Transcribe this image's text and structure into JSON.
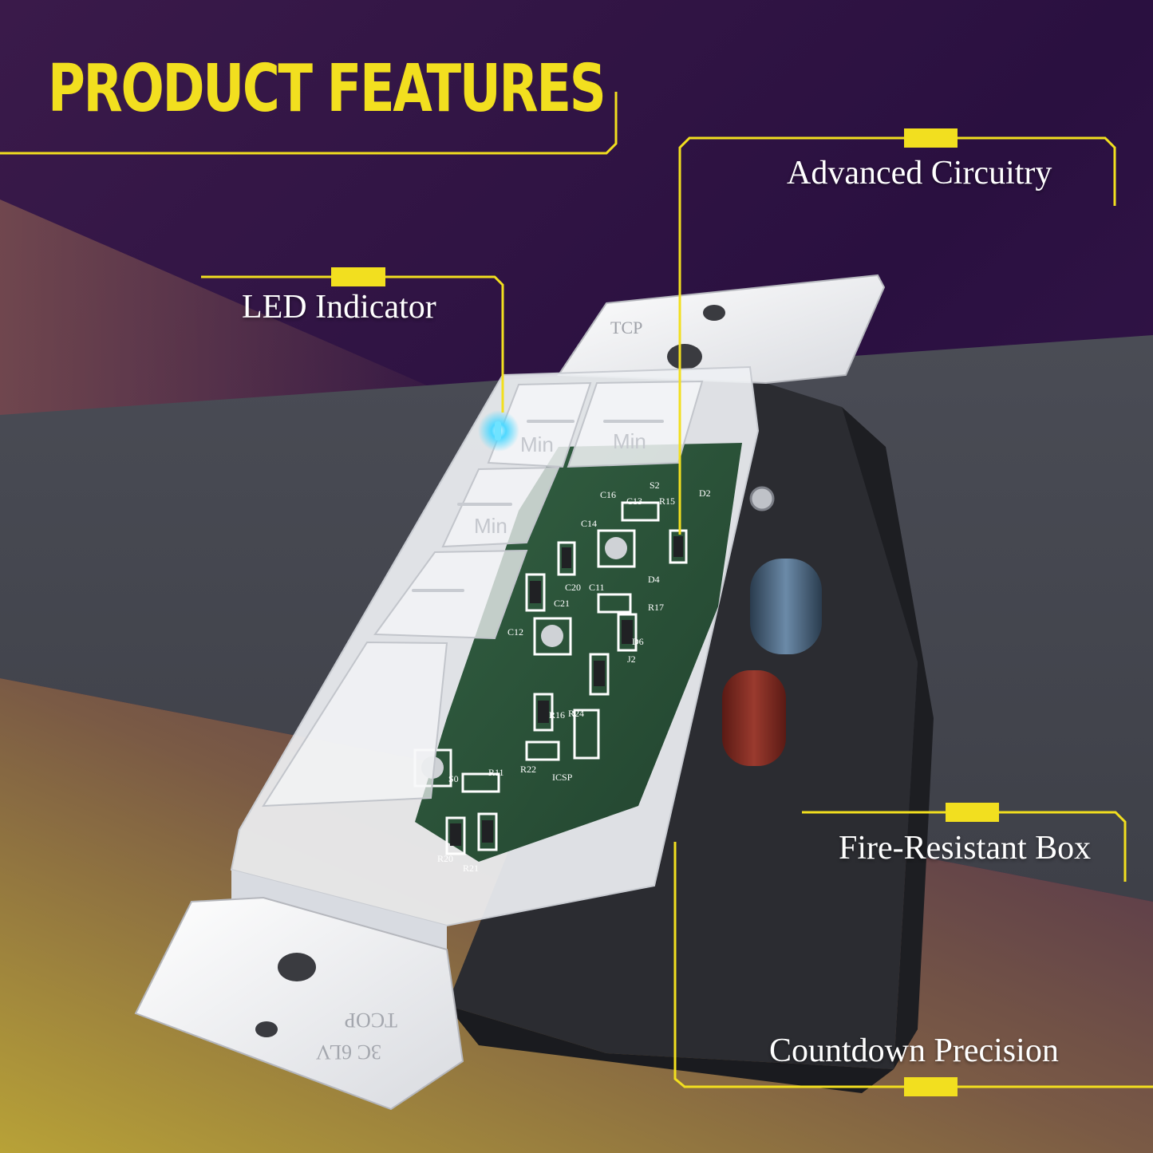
{
  "title": "PRODUCT FEATURES",
  "callouts": {
    "advanced_circuitry": "Advanced Circuitry",
    "led_indicator": "LED Indicator",
    "fire_resistant_box": "Fire-Resistant Box",
    "countdown_precision": "Countdown Precision"
  },
  "plate_marks": {
    "top": "TCP",
    "bottom_line1": "TCOP",
    "bottom_line2": "3C 6LV"
  },
  "button_labels": [
    "Min",
    "Min",
    "Min"
  ],
  "pcb_labels": [
    "C16",
    "C13",
    "R15",
    "D2",
    "S2",
    "C14",
    "D4",
    "C20",
    "C11",
    "C21",
    "R17",
    "C12",
    "D6",
    "J2",
    "R16",
    "R24",
    "R22",
    "ICSP",
    "R11",
    "S0",
    "R20",
    "R21"
  ],
  "colors": {
    "background": "#2f1646",
    "accent_yellow": "#f2df1f",
    "led_glow": "#4fd8ff",
    "pcb_green": "#1f4a2e"
  }
}
